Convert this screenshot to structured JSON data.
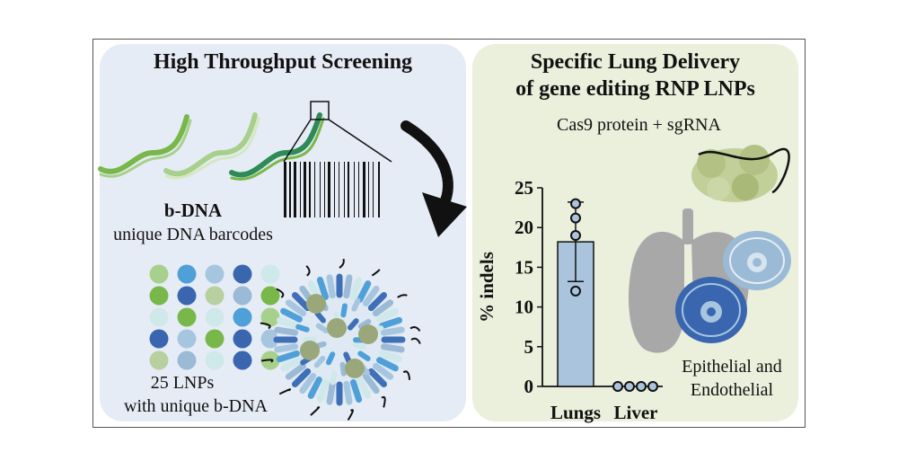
{
  "left_panel": {
    "title": "High Throughput Screening",
    "bdna_label": "b-DNA",
    "bdna_caption": "unique DNA barcodes",
    "lnps_caption_1": "25 LNPs",
    "lnps_caption_2": "with unique b-DNA"
  },
  "right_panel": {
    "title_line_1": "Specific Lung Delivery",
    "title_line_2": "of gene editing RNP LNPs",
    "cargo_label": "Cas9 protein + sgRNA",
    "cell_label_1": "Epithelial and",
    "cell_label_2": "Endothelial"
  },
  "colors": {
    "left_panel_bg": "#e6ecf5",
    "right_panel_bg": "#eaf0dc",
    "bar_fill": "#a9c4dc",
    "dna_green": "#78b84a",
    "lnp_blue": "#3f6fb6",
    "lung_gray": "#a8a8a8"
  },
  "chart_data": {
    "type": "bar",
    "categories": [
      "Lungs",
      "Liver"
    ],
    "values": [
      18.2,
      0
    ],
    "error": [
      5,
      0
    ],
    "points": [
      [
        23,
        21.2,
        19,
        12
      ],
      [
        0,
        0,
        0,
        0
      ]
    ],
    "ylabel": "% indels",
    "ylim": [
      0,
      25
    ],
    "yticks": [
      0,
      5,
      10,
      15,
      20,
      25
    ]
  },
  "dots_grid": [
    [
      "#a8d08d",
      "#4f9fd8",
      "#a6c6e0",
      "#3a66b0",
      "#cfe8ea"
    ],
    [
      "#78b84a",
      "#3a66b0",
      "#b8cfa0",
      "#9bbad6",
      "#78b84a"
    ],
    [
      "#cfe8ea",
      "#78b84a",
      "#cfe8ea",
      "#4f9fd8",
      "#a8d08d"
    ],
    [
      "#3a66b0",
      "#a6c6e0",
      "#78b84a",
      "#3a66b0",
      "#a6c6e0"
    ],
    [
      "#b8cfa0",
      "#9bbad6",
      "#cfe8ea",
      "#3a66b0",
      "#a8d08d"
    ]
  ]
}
